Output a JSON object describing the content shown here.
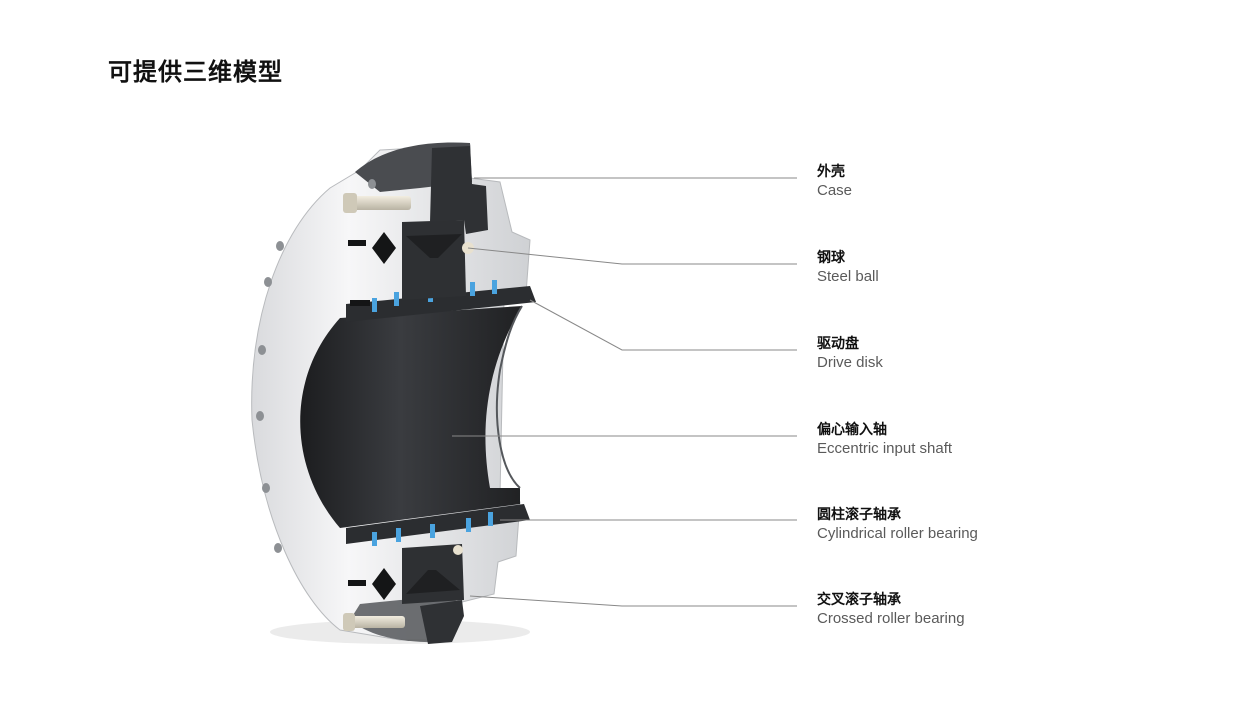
{
  "page": {
    "title": "可提供三维模型"
  },
  "callouts": [
    {
      "zh": "外壳",
      "en": "Case"
    },
    {
      "zh": "钢球",
      "en": "Steel ball"
    },
    {
      "zh": "驱动盘",
      "en": "Drive disk"
    },
    {
      "zh": "偏心输入轴",
      "en": "Eccentric input shaft"
    },
    {
      "zh": "圆柱滚子轴承",
      "en": "Cylindrical roller bearing"
    },
    {
      "zh": "交叉滚子轴承",
      "en": "Crossed roller bearing"
    }
  ],
  "colors": {
    "leader_line": "#888888",
    "roller_accent": "#4aa3df",
    "dark_part": "#2e3033",
    "housing": "#e6e7ea"
  }
}
